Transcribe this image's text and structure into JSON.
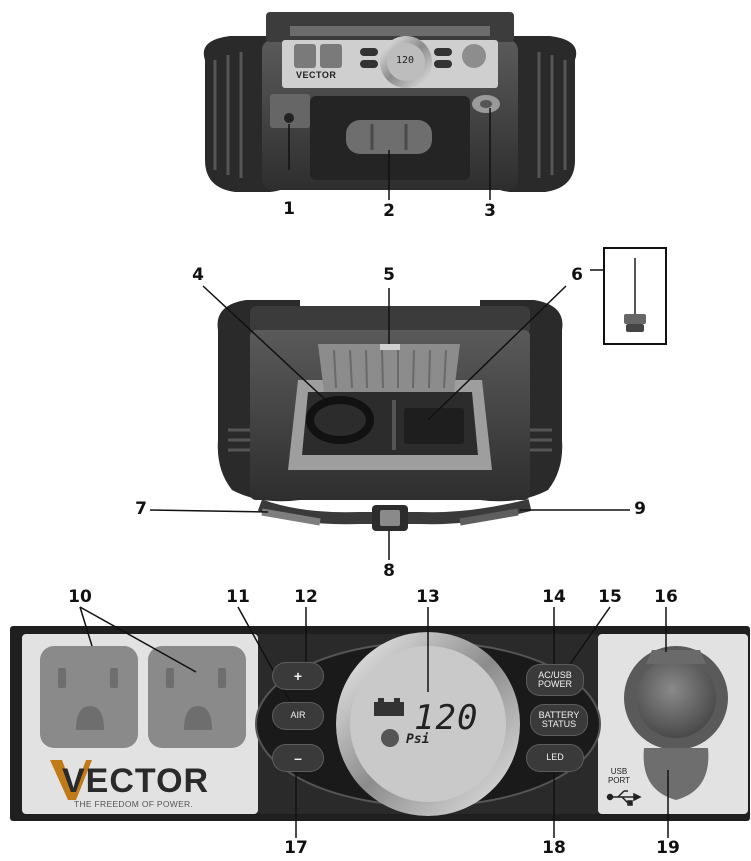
{
  "callouts": [
    "1",
    "2",
    "3",
    "4",
    "5",
    "6",
    "7",
    "8",
    "9",
    "10",
    "11",
    "12",
    "13",
    "14",
    "15",
    "16",
    "17",
    "18",
    "19"
  ],
  "top_unit": {
    "brand_plate": "VECTOR",
    "lcd_value": "120"
  },
  "panel": {
    "brand_name": "VECTOR",
    "tagline": "THE FREEDOM OF POWER.",
    "buttons": {
      "plus": "+",
      "air": "AIR",
      "minus": "–",
      "ac_usb_power": "AC/USB POWER",
      "battery_status": "BATTERY STATUS",
      "led": "LED"
    },
    "display": {
      "value": "120",
      "unit": "Psi"
    },
    "usb_port_label": "USB PORT"
  },
  "colors": {
    "housing": "#3a3a3a",
    "bumper": "#2a2a2a",
    "panel_face": "#e2e2e2",
    "lcd": "#c9c9c9",
    "outlet_cover": "#8a8a8a"
  }
}
